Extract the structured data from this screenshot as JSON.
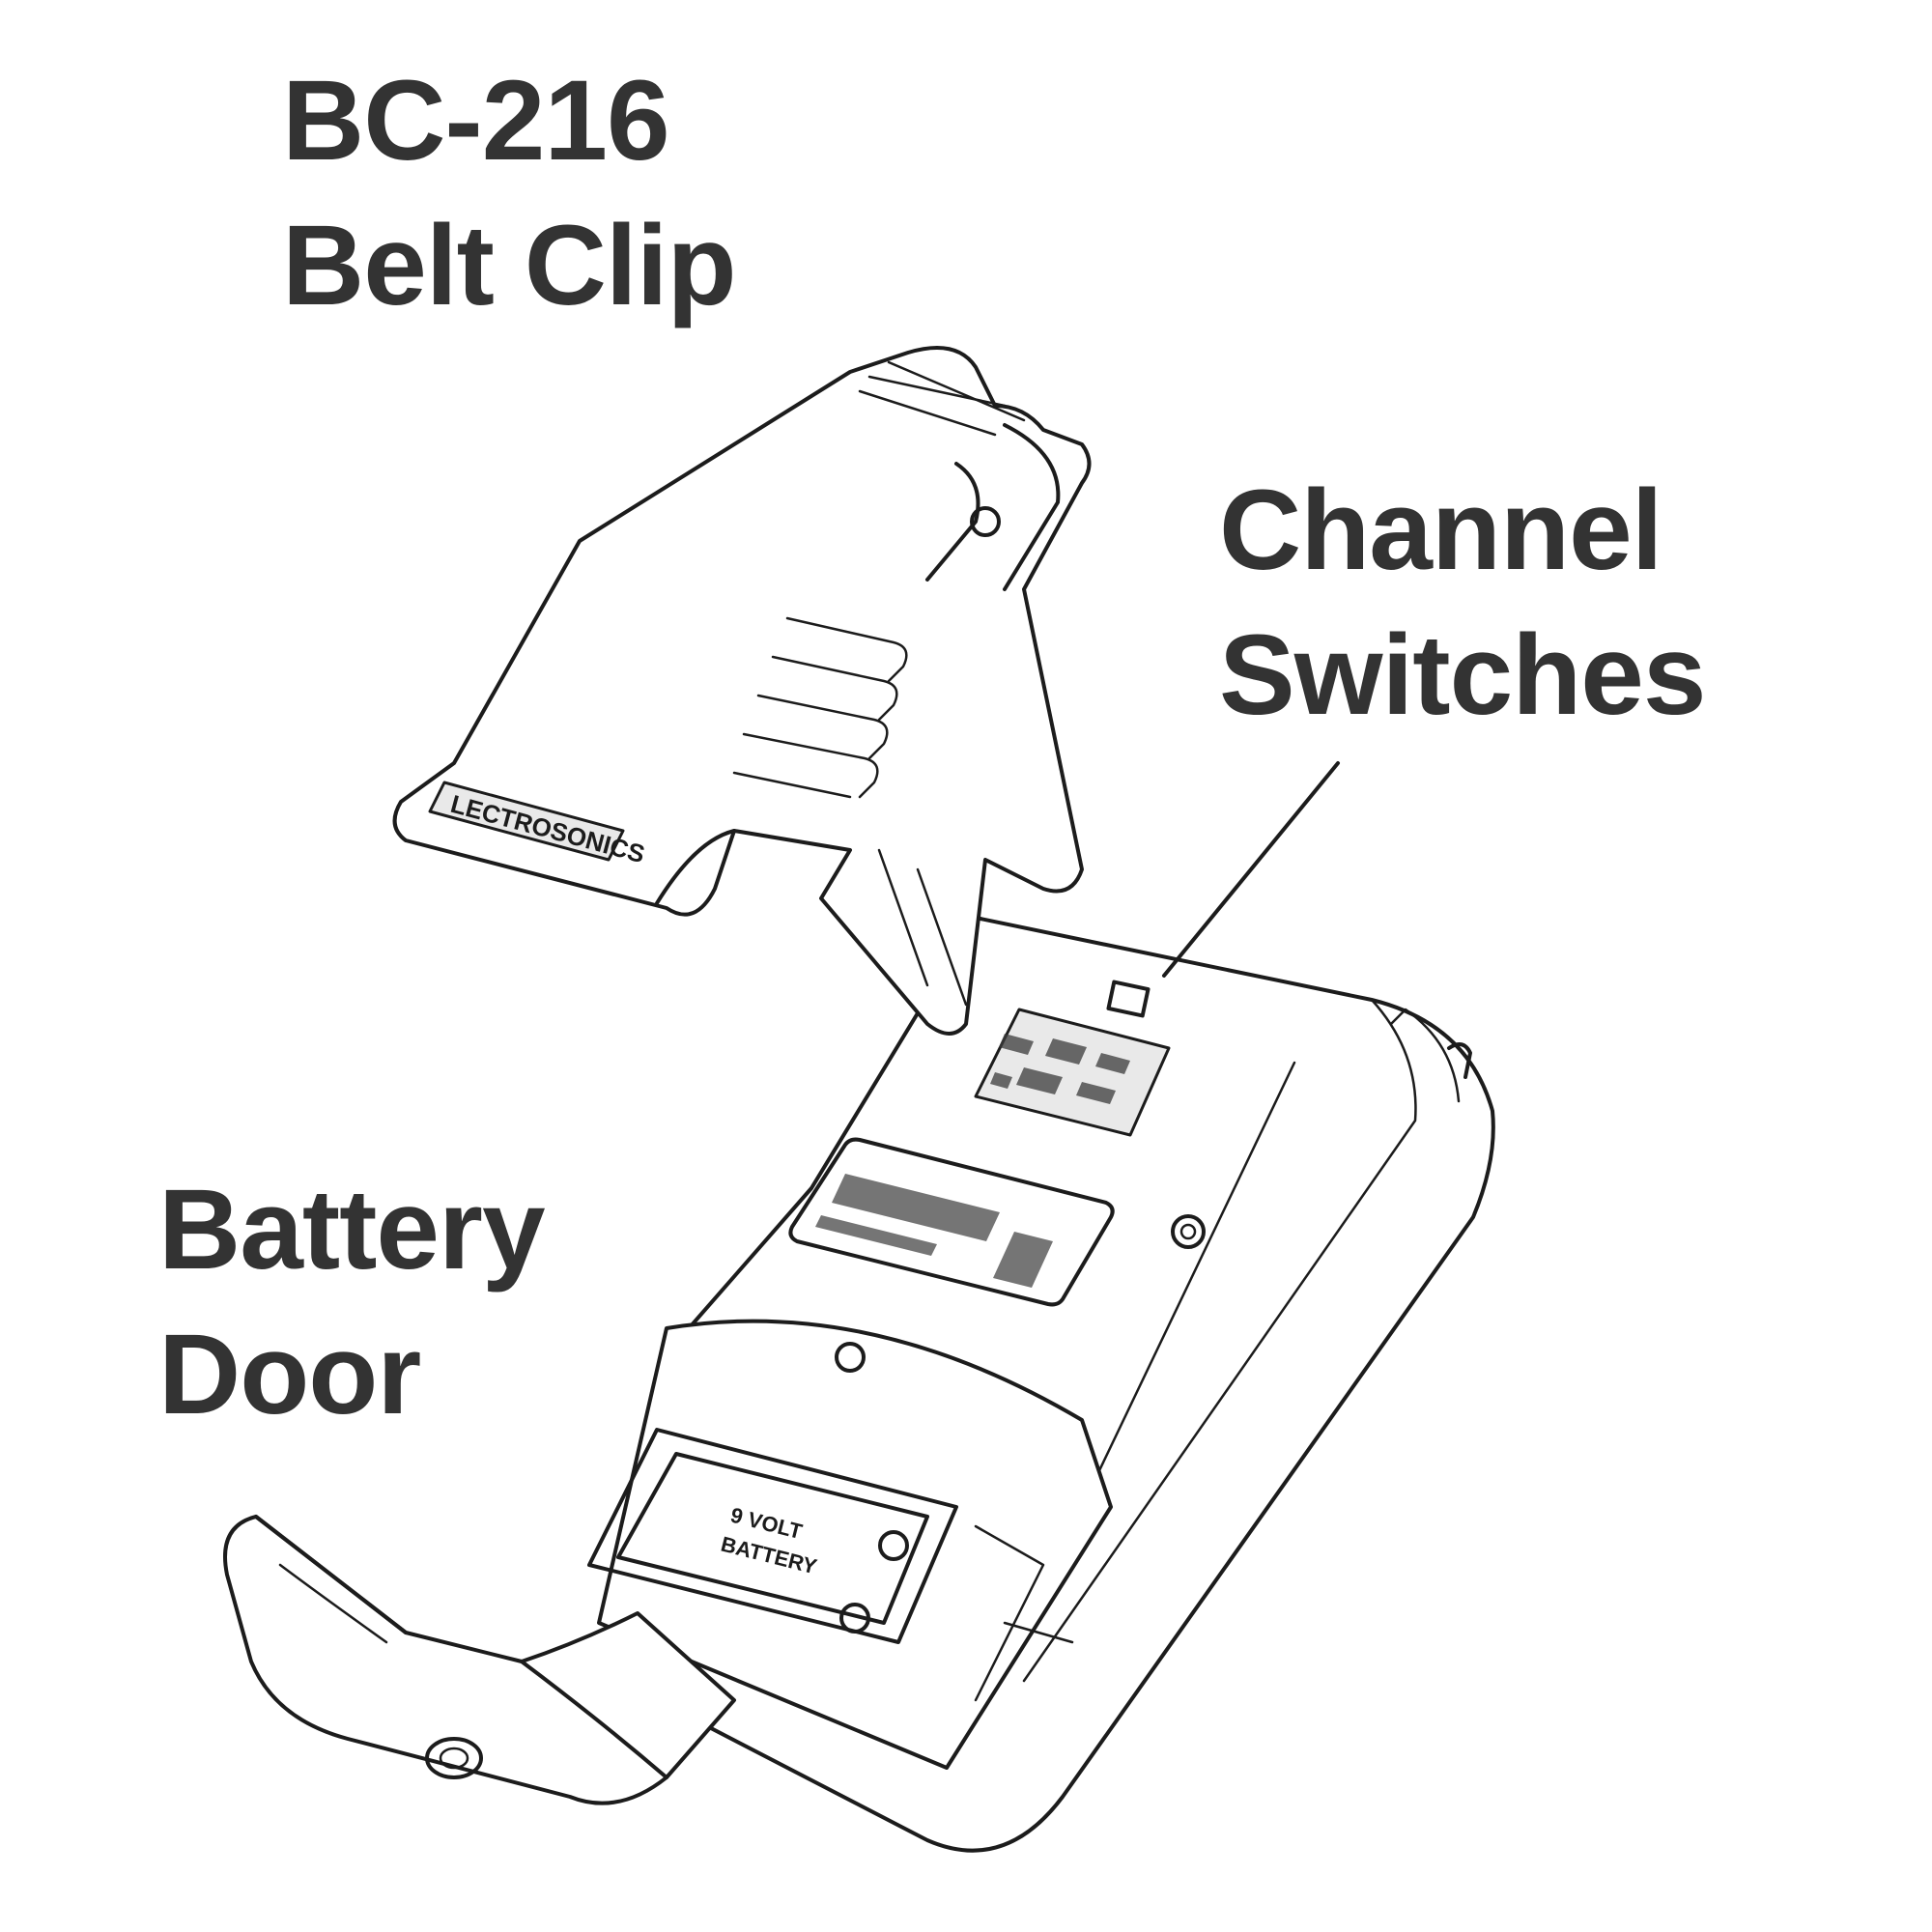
{
  "labels": {
    "belt_clip": {
      "line1": "BC-216",
      "line2": "Belt Clip"
    },
    "channel_switches": {
      "line1": "Channel",
      "line2": "Switches"
    },
    "battery_door": {
      "line1": "Battery",
      "line2": "Door"
    }
  },
  "device_markings": {
    "clip_brand": "LECTROSONICS",
    "battery_label": [
      "9 VOLT",
      "BATTERY"
    ]
  }
}
